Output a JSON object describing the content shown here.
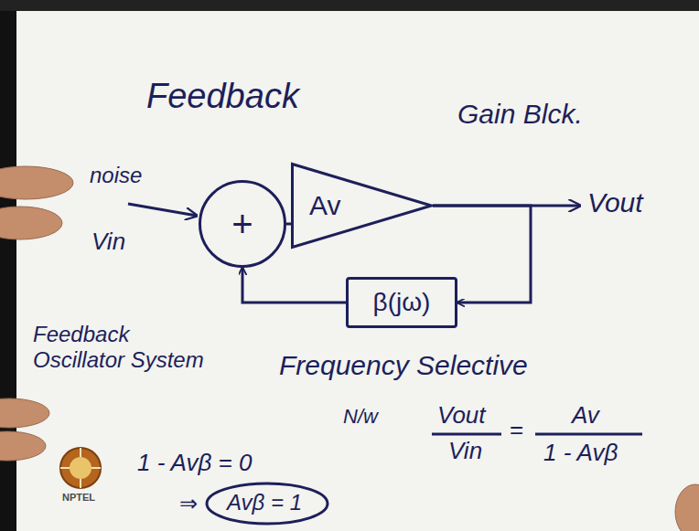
{
  "diagram": {
    "title": "Feedback",
    "nodes": [
      {
        "text": [
          "+"
        ]
      },
      {
        "text": [
          "Av"
        ]
      },
      {
        "text": [
          "β(jω)"
        ]
      }
    ],
    "edges": [
      {
        "from": 0,
        "to": 1,
        "arrow": "none"
      },
      {
        "from": 1,
        "to": 2,
        "arrow": "to"
      },
      {
        "from": 2,
        "to": 0,
        "arrow": "to"
      }
    ],
    "labels": [
      "Gain Blck.",
      "noise",
      "Vin",
      "Vout",
      "Feedback Oscillator System",
      "Frequency Selective",
      "N/w",
      "Vout",
      "Vin",
      "=",
      "Av",
      "1 - Avβ",
      "1 - Avβ = 0",
      "⇒",
      "Avβ = 1",
      "NPTEL"
    ]
  }
}
